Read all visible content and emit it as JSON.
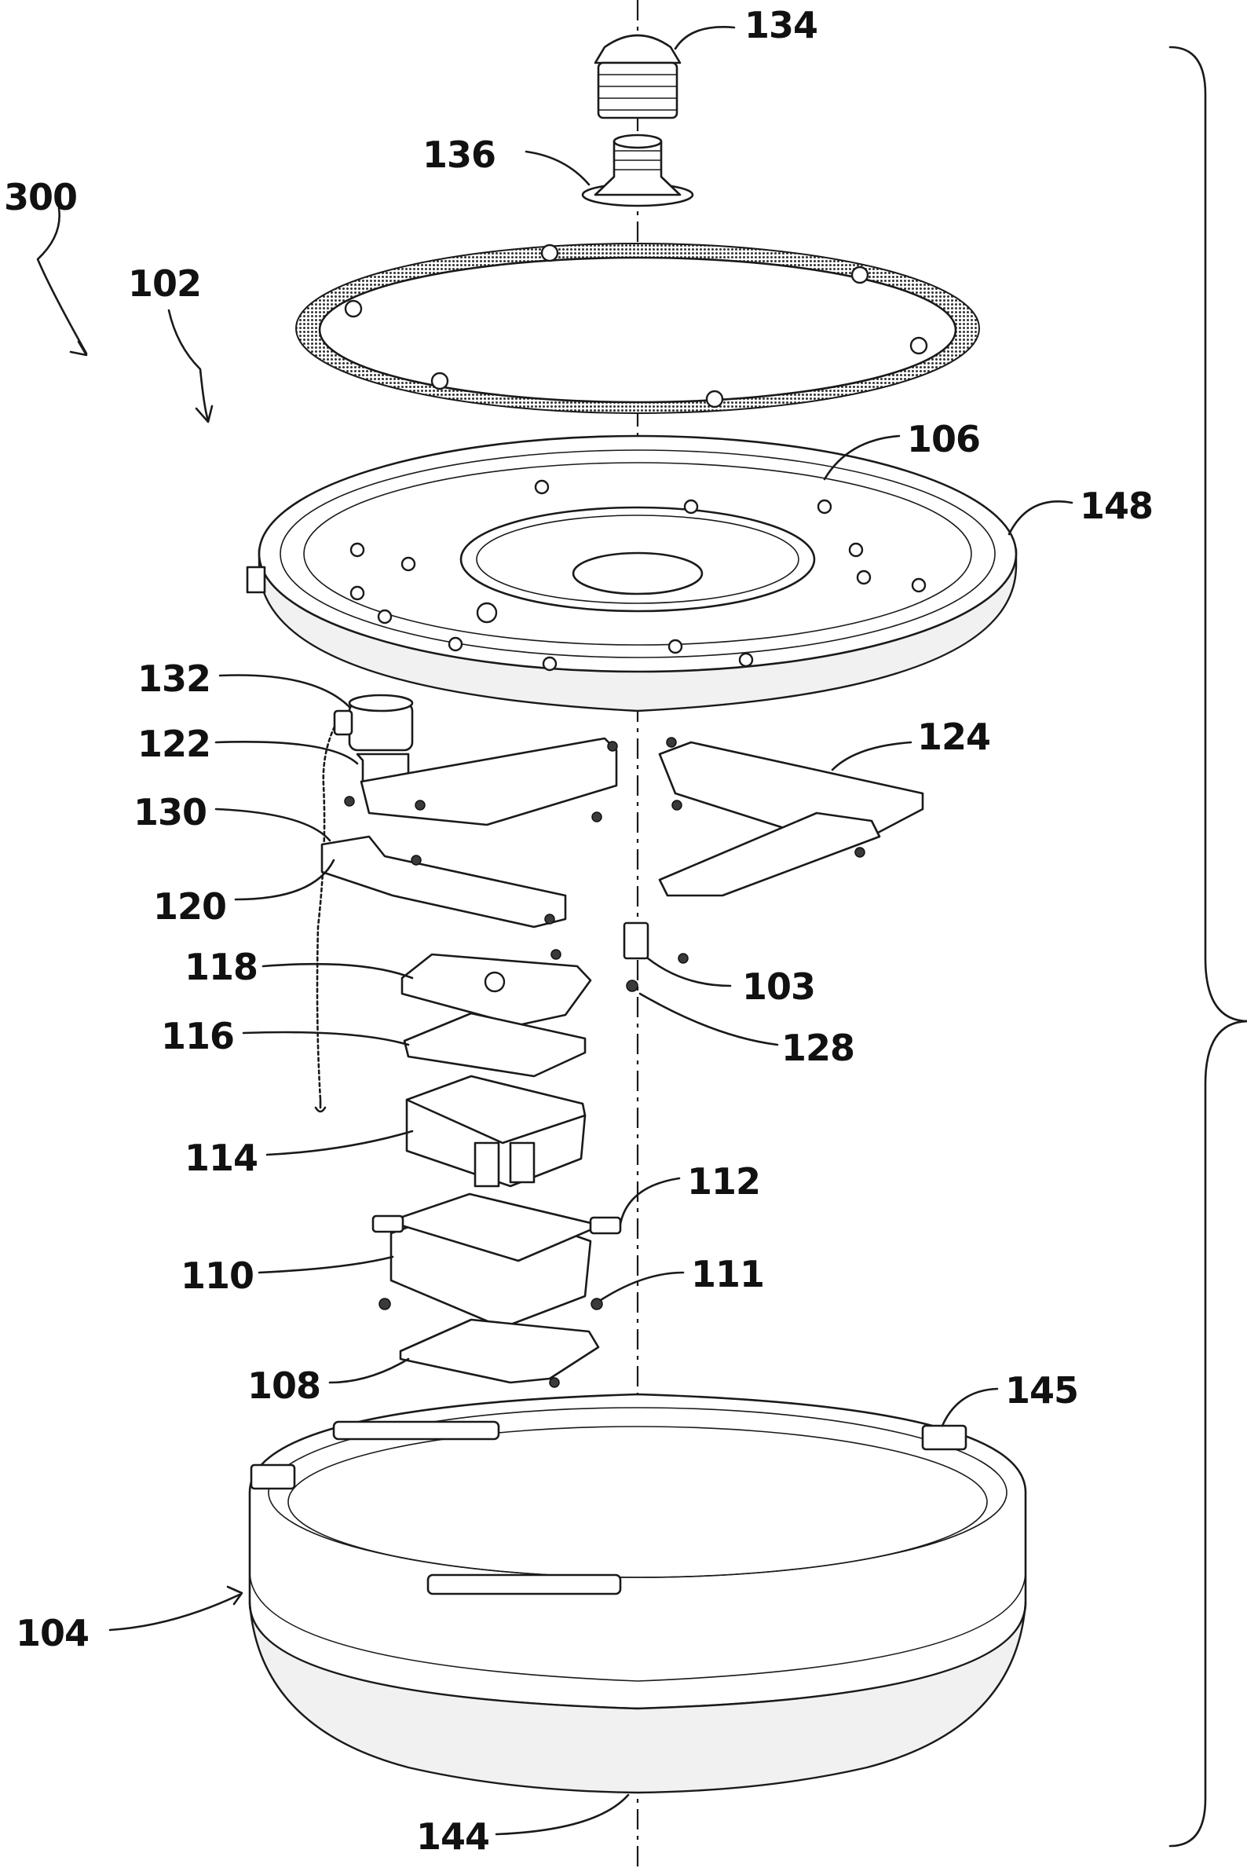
{
  "labels": {
    "l300": "300",
    "l102": "102",
    "l134": "134",
    "l136": "136",
    "l106": "106",
    "l148": "148",
    "l132": "132",
    "l122": "122",
    "l124": "124",
    "l130": "130",
    "l120": "120",
    "l118": "118",
    "l103": "103",
    "l116": "116",
    "l128": "128",
    "l114": "114",
    "l112": "112",
    "l110": "110",
    "l111": "111",
    "l108": "108",
    "l145": "145",
    "l104": "104",
    "l144": "144"
  }
}
